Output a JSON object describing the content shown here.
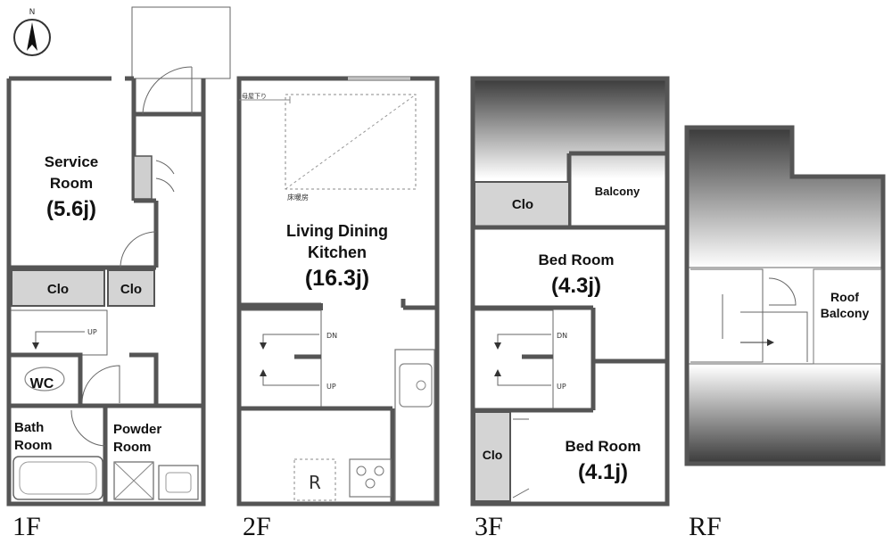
{
  "compass": {
    "north_label": "N"
  },
  "floors": {
    "f1": {
      "label": "1F"
    },
    "f2": {
      "label": "2F"
    },
    "f3": {
      "label": "3F"
    },
    "rf": {
      "label": "RF"
    }
  },
  "rooms": {
    "service_room": {
      "line1": "Service",
      "line2": "Room",
      "size": "(5.6j)"
    },
    "clo_1f_a": "Clo",
    "clo_1f_b": "Clo",
    "wc": "WC",
    "bath": {
      "line1": "Bath",
      "line2": "Room"
    },
    "powder": {
      "line1": "Powder",
      "line2": "Room"
    },
    "ldk": {
      "line1": "Living Dining",
      "line2": "Kitchen",
      "size": "(16.3j)"
    },
    "clo_3f_top": "Clo",
    "balcony": "Balcony",
    "bed1": {
      "name": "Bed Room",
      "size": "(4.3j)"
    },
    "clo_3f_side": "Clo",
    "bed2": {
      "name": "Bed Room",
      "size": "(4.1j)"
    },
    "roof_balcony": {
      "line1": "Roof",
      "line2": "Balcony"
    }
  },
  "marks": {
    "up": "UP",
    "dn": "DN",
    "fridge": "R",
    "loft": "母屋下り",
    "floor_heating": "床暖房"
  }
}
